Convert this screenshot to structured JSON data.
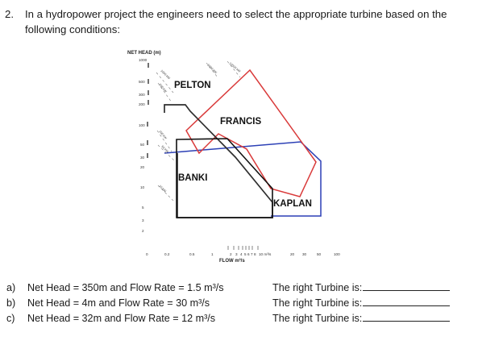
{
  "question": {
    "number": "2.",
    "text": "In a hydropower project the engineers need to select the appropriate turbine based on the following conditions:"
  },
  "chart_data": {
    "type": "area",
    "ylabel": "NET HEAD (m)",
    "xlabel": "FLOW m³/s",
    "y_ticks": [
      "1000",
      "500",
      "300",
      "200",
      "100",
      "50",
      "30",
      "20",
      "10",
      "5",
      "3",
      "2"
    ],
    "x_ticks": [
      "0",
      "0.2",
      "0.5",
      "1",
      "2",
      "3",
      "4",
      "5",
      "6",
      "7",
      "8",
      "10",
      "20",
      "30",
      "50",
      "100"
    ],
    "x_tick_label_10": "10 m³/s",
    "regions": [
      {
        "name": "PELTON",
        "color": "#2e2e2e"
      },
      {
        "name": "FRANCIS",
        "color": "#d93a3a"
      },
      {
        "name": "BANKI",
        "color": "#111111"
      },
      {
        "name": "KAPLAN",
        "color": "#2b3fb5"
      }
    ],
    "power_lines": [
      "10000 kW",
      "5000 kW",
      "1000 kW",
      "500 kW",
      "100 kW",
      "50 kW",
      "10 kW"
    ]
  },
  "items": [
    {
      "label": "a)",
      "text": "Net Head = 350m and Flow Rate = 1.5 m³/s",
      "answer_prompt": "The right Turbine is:"
    },
    {
      "label": "b)",
      "text": "Net Head = 4m and Flow Rate = 30 m³/s",
      "answer_prompt": "The right Turbine is:"
    },
    {
      "label": "c)",
      "text": "Net Head = 32m and Flow Rate = 12 m³/s",
      "answer_prompt": "The right Turbine is:"
    }
  ]
}
